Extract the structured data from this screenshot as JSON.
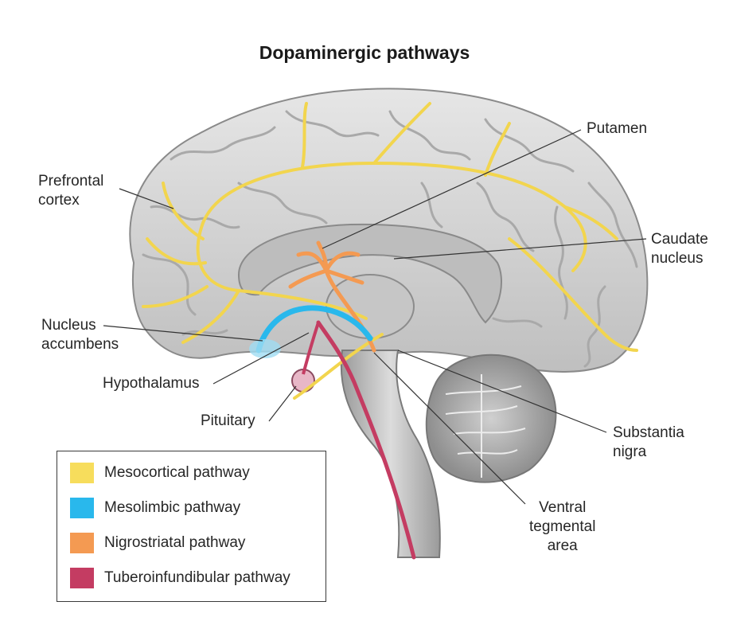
{
  "title": "Dopaminergic pathways",
  "labels": {
    "prefrontal_cortex": "Prefrontal\ncortex",
    "putamen": "Putamen",
    "caudate_nucleus": "Caudate\nnucleus",
    "nucleus_accumbens": "Nucleus\naccumbens",
    "hypothalamus": "Hypothalamus",
    "pituitary": "Pituitary",
    "substantia_nigra": "Substantia\nnigra",
    "ventral_tegmental_area": "Ventral\ntegmental\narea"
  },
  "legend": {
    "items": [
      {
        "label": "Mesocortical pathway",
        "color": "#f7dd5c"
      },
      {
        "label": "Mesolimbic pathway",
        "color": "#29b8ec"
      },
      {
        "label": "Nigrostriatal pathway",
        "color": "#f49a52"
      },
      {
        "label": "Tuberoinfundibular pathway",
        "color": "#c43c62"
      }
    ]
  },
  "colors": {
    "brain_fill": "#d2d2d2",
    "brain_fold": "#a8a8a8",
    "mesocortical": "#f2d54e",
    "mesolimbic": "#29b8ec",
    "nigrostriatal": "#f49a52",
    "tuberoinfundibular": "#c43c62"
  }
}
